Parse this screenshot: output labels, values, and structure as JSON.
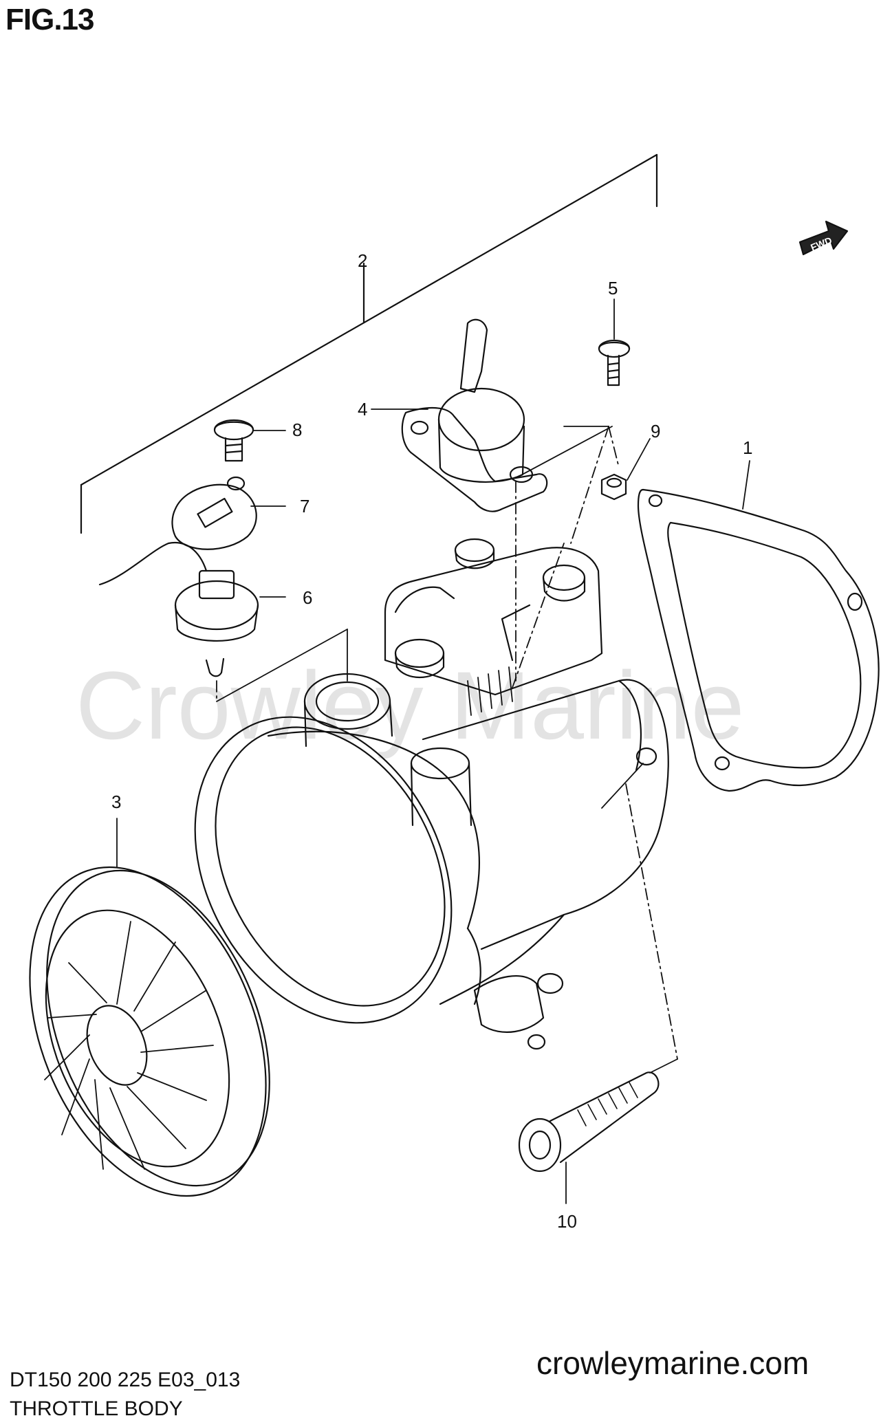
{
  "figure": {
    "title": "FIG.13"
  },
  "watermark": "Crowley Marine",
  "direction_badge": "FWD",
  "callouts": [
    {
      "no": "1"
    },
    {
      "no": "2"
    },
    {
      "no": "3"
    },
    {
      "no": "4"
    },
    {
      "no": "5"
    },
    {
      "no": "6"
    },
    {
      "no": "7"
    },
    {
      "no": "8"
    },
    {
      "no": "9"
    },
    {
      "no": "10"
    }
  ],
  "footer": {
    "code": "DT150 200 225 E03_013",
    "name": "THROTTLE BODY",
    "site": "crowleymarine.com"
  }
}
